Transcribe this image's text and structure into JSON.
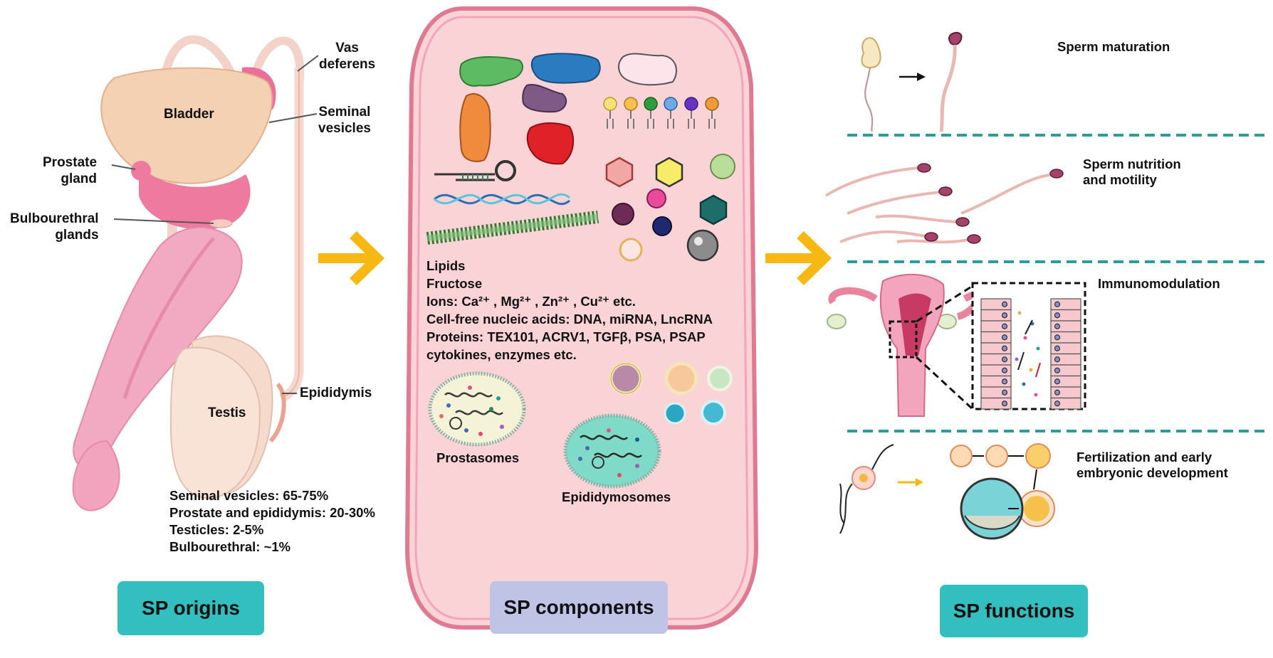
{
  "colors": {
    "teal_pill": "#33bfc0",
    "lavender_pill": "#bfc3e6",
    "arrow_yellow": "#f7b813",
    "dash_teal": "#2a9d9e",
    "cell_pink": "#f9d3d6",
    "cell_border": "#e07a92"
  },
  "origins": {
    "labels": {
      "vas_deferens": "Vas\ndeferens",
      "bladder": "Bladder",
      "seminal_vesicles": "Seminal\nvesicles",
      "prostate_gland": "Prostate\ngland",
      "bulbourethral_glands": "Bulbourethral\nglands",
      "epididymis": "Epididymis",
      "testis": "Testis"
    },
    "percentages": [
      "Seminal vesicles: 65-75%",
      "Prostate and epididymis: 20-30%",
      "Testicles: 2-5%",
      "Bulbourethral: ~1%"
    ],
    "pill": "SP origins"
  },
  "components": {
    "lines": [
      "Lipids",
      "Fructose",
      "Ions: Ca²⁺ , Mg²⁺ ,  Zn²⁺ , Cu²⁺ etc.",
      "Cell-free nucleic acids: DNA, miRNA, LncRNA",
      "Proteins: TEX101, ACRV1, TGFβ, PSA, PSAP",
      "cytokines, enzymes etc."
    ],
    "prostasomes": "Prostasomes",
    "epididymosomes": "Epididymosomes",
    "pill": "SP components"
  },
  "functions": {
    "sperm_maturation": "Sperm maturation",
    "sperm_nutrition": "Sperm nutrition\nand motility",
    "immunomodulation": "Immunomodulation",
    "fertilization": "Fertilization and  early\nembryonic development",
    "pill": "SP functions"
  }
}
